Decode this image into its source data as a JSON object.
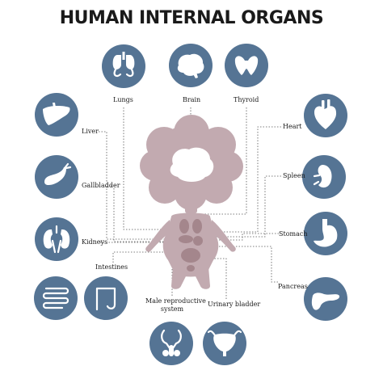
{
  "title": "HUMAN INTERNAL ORGANS",
  "labels": {
    "lungs": "Lungs",
    "brain": "Brain",
    "thyroid": "Thyroid",
    "heart": "Heart",
    "liver": "Liver",
    "spleen": "Spleen",
    "gallbladder": "Gallbladder",
    "stomach": "Stomach",
    "kidneys": "Kidneys",
    "intestines": "Intestines",
    "pancreas": "Pancreas",
    "male_reproductive_line1": "Male reproductive",
    "male_reproductive_line2": "system",
    "urinary_bladder": "Urinary bladder"
  },
  "colors": {
    "circle": "#557494",
    "icon": "#ffffff",
    "body": "#c2aab0",
    "leader": "#555555"
  },
  "icons": [
    "lungs-icon",
    "brain-icon",
    "thyroid-icon",
    "heart-icon",
    "liver-icon",
    "spleen-icon",
    "gallbladder-icon",
    "stomach-icon",
    "kidneys-icon",
    "pancreas-icon",
    "small-intestine-icon",
    "large-intestine-icon",
    "male-reproductive-icon",
    "urinary-bladder-icon"
  ]
}
